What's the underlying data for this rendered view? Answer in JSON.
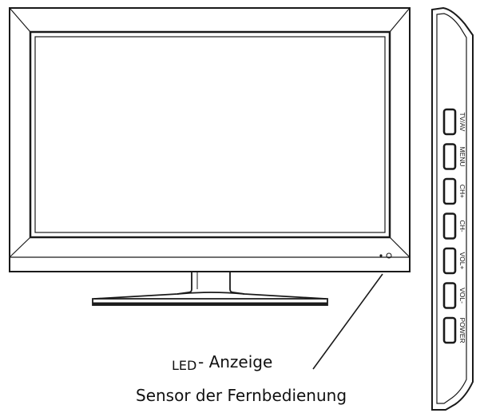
{
  "callout": {
    "led_prefix": "LED",
    "led_label": "- Anzeige",
    "sensor_label": "Sensor der Fernbedienung"
  },
  "side_buttons": [
    {
      "label": "TV/AV"
    },
    {
      "label": "MENU"
    },
    {
      "label": "CH+"
    },
    {
      "label": "CH-"
    },
    {
      "label": "VOL+"
    },
    {
      "label": "VOL-"
    },
    {
      "label": "POWER"
    }
  ],
  "colors": {
    "line": "#1a1a1a",
    "background": "#ffffff"
  }
}
